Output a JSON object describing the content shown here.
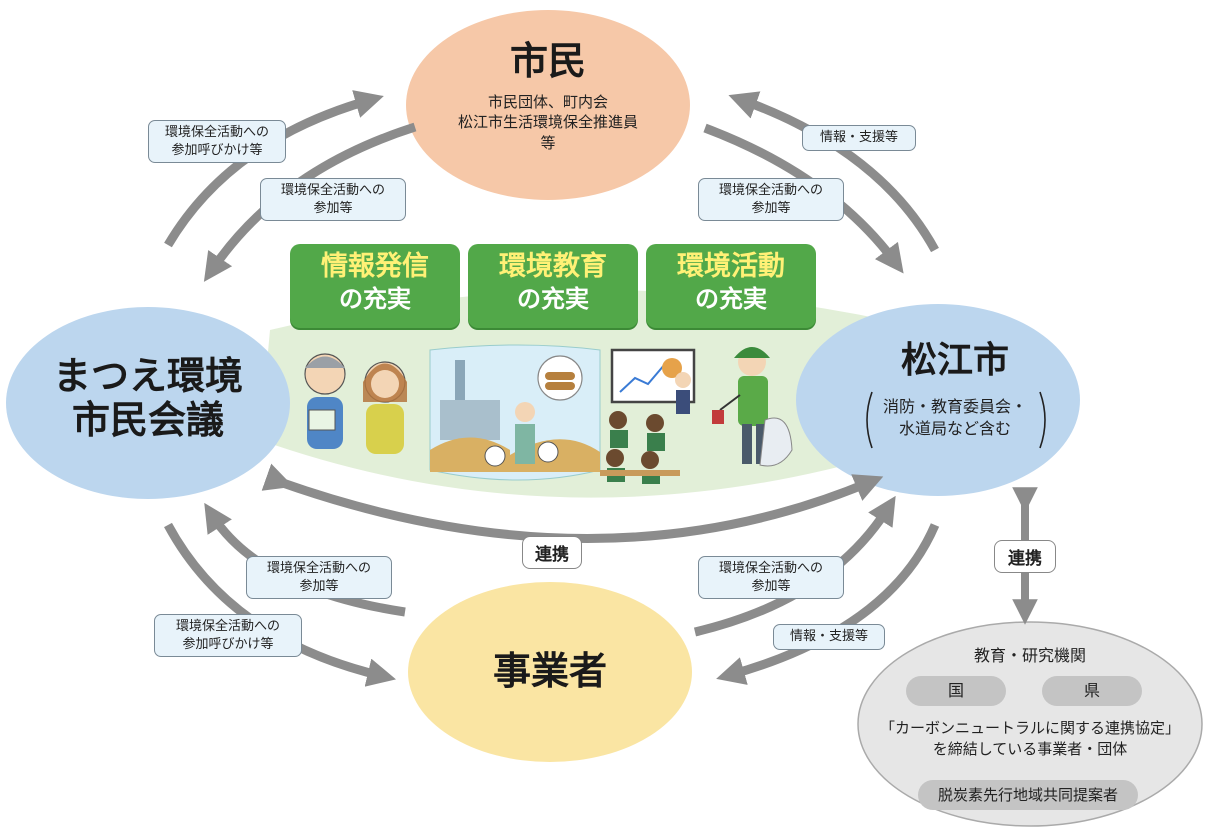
{
  "nodes": {
    "shimin": {
      "title": "市民",
      "sub": [
        "市民団体、町内会",
        "松江市生活環境保全推進員",
        "等"
      ],
      "color": "#f6c8a8"
    },
    "kaigi": {
      "title_lines": [
        "まつえ環境",
        "市民会議"
      ],
      "color": "#bcd6ee"
    },
    "city": {
      "title": "松江市",
      "sub": [
        "消防・教育委員会・",
        "水道局など含む"
      ],
      "color": "#bcd6ee"
    },
    "jigyosha": {
      "title": "事業者",
      "color": "#fae5a3"
    }
  },
  "center": {
    "boxes": [
      {
        "line1": "情報発信",
        "line2": "の充実"
      },
      {
        "line1": "環境教育",
        "line2": "の充実"
      },
      {
        "line1": "環境活動",
        "line2": "の充実"
      }
    ],
    "color": "#e2efd8"
  },
  "labels": {
    "top_left_outer": "環境保全活動への\n参加呼びかけ等",
    "top_left_inner": "環境保全活動への\n参加等",
    "top_right_outer": "情報・支援等",
    "top_right_inner": "環境保全活動への\n参加等",
    "bottom_left_inner": "環境保全活動への\n参加等",
    "bottom_left_outer": "環境保全活動への\n参加呼びかけ等",
    "bottom_right_inner": "環境保全活動への\n参加等",
    "bottom_right_outer": "情報・支援等"
  },
  "renkei_center": "連携",
  "renkei_right": "連携",
  "partners": {
    "header": "教育・研究機関",
    "kuni": "国",
    "ken": "県",
    "agreement_line1": "「カーボンニュートラルに関する連携協定」",
    "agreement_line2": "を締結している事業者・団体",
    "proposer": "脱炭素先行地域共同提案者"
  },
  "colors": {
    "arrow": "#8c8c8c",
    "green": "#52a849"
  }
}
